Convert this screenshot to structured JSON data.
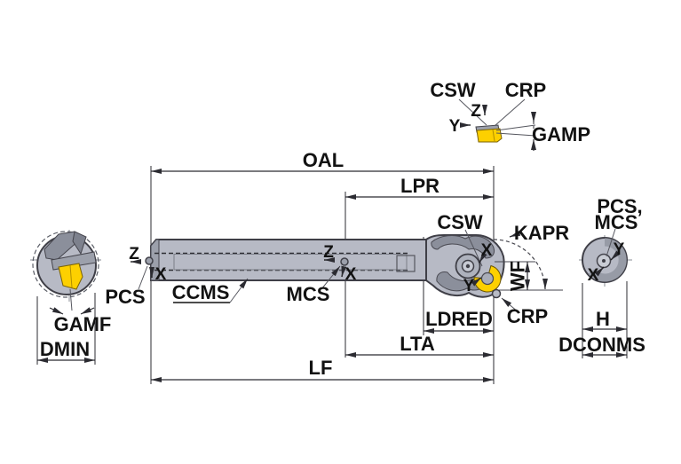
{
  "diagram_title": "boring-bar-tool-dimension-drawing",
  "colors": {
    "background": "#ffffff",
    "body_fill": "#b7bac5",
    "body_stroke": "#3f3f47",
    "shade_dark": "#8b8f9b",
    "shade_mid": "#9ca0ab",
    "insert_yellow": "#fdd000",
    "dim_line": "#2b2b31",
    "text": "#121212"
  },
  "labels": {
    "oal": "OAL",
    "lpr": "LPR",
    "ldred": "LDRED",
    "lta": "LTA",
    "lf": "LF",
    "dmin": "DMIN",
    "gamf": "GAMF",
    "gamp": "GAMP",
    "kapr": "KAPR",
    "wf": "WF",
    "h": "H",
    "dconms": "DCONMS",
    "csw": "CSW",
    "crp": "CRP",
    "pcs": "PCS",
    "mcs": "MCS",
    "ccms": "CCMS",
    "pcs_mcs_1": "PCS,",
    "pcs_mcs_2": "MCS",
    "axis_x": "X",
    "axis_y": "Y",
    "axis_z": "Z"
  }
}
